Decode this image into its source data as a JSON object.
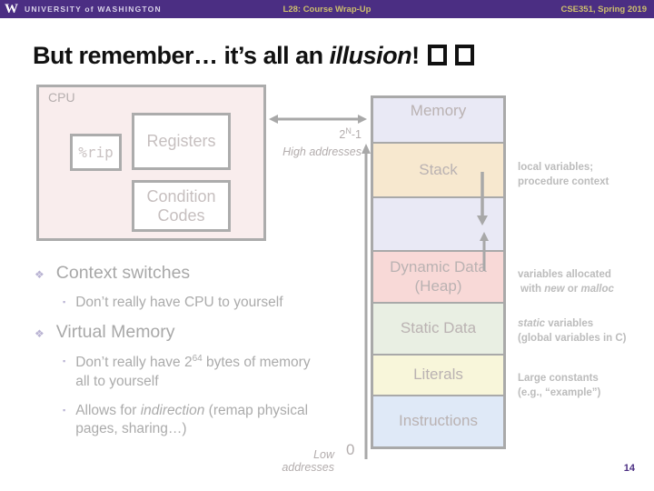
{
  "header": {
    "logo": "W",
    "university": "UNIVERSITY of WASHINGTON",
    "lecture": "L28: Course Wrap-Up",
    "course": "CSE351, Spring 2019"
  },
  "title": {
    "pre": "But remember… it’s all an ",
    "emphasis": "illusion",
    "post": "!"
  },
  "cpu": {
    "label": "CPU",
    "rip": "%rip",
    "registers": "Registers",
    "condition_codes": "Condition Codes"
  },
  "memory": {
    "title": "Memory",
    "stack": "Stack",
    "heap_line1": "Dynamic Data",
    "heap_line2": "(Heap)",
    "static_data": "Static Data",
    "literals": "Literals",
    "instructions": "Instructions",
    "high_addresses": "High addresses",
    "low_addresses": "Low addresses",
    "addr_top_base": "2",
    "addr_top_exp": "N",
    "addr_top_offset": "-1",
    "addr_bottom": "0"
  },
  "bullets": {
    "item1": "Context switches",
    "item1_sub1": "Don’t really have CPU to yourself",
    "item2": "Virtual Memory",
    "item2_sub1_pre": "Don’t really have 2",
    "item2_sub1_exp": "64",
    "item2_sub1_post": " bytes of memory all to yourself",
    "item2_sub2_pre": "Allows for ",
    "item2_sub2_emphasis": "indirection",
    "item2_sub2_post": " (remap physical pages, sharing…)"
  },
  "annotations": {
    "stack_line1": "local variables;",
    "stack_line2": "procedure context",
    "heap_line1": "variables allocated",
    "heap_line2_pre": "with ",
    "heap_line2_em1": "new",
    "heap_line2_mid": " or ",
    "heap_line2_em2": "malloc",
    "static_line1_em": "static",
    "static_line1_rest": " variables",
    "static_line2": "(global variables in C)",
    "literals_line1": "Large constants",
    "literals_line2": "(e.g., “example”)"
  },
  "colors": {
    "uw_purple": "#4b2e83",
    "header_text_gold": "#cdbf6d",
    "cpu_bg": "#f9eded",
    "memory_bg": "#e9e9f5",
    "stack_bg": "#f7e8cf",
    "heap_bg": "#f8d9d7",
    "static_bg": "#e9efe3",
    "literals_bg": "#f8f6da",
    "instructions_bg": "#dfe9f7",
    "diagram_gray": "#ababab"
  },
  "page_number": "14"
}
